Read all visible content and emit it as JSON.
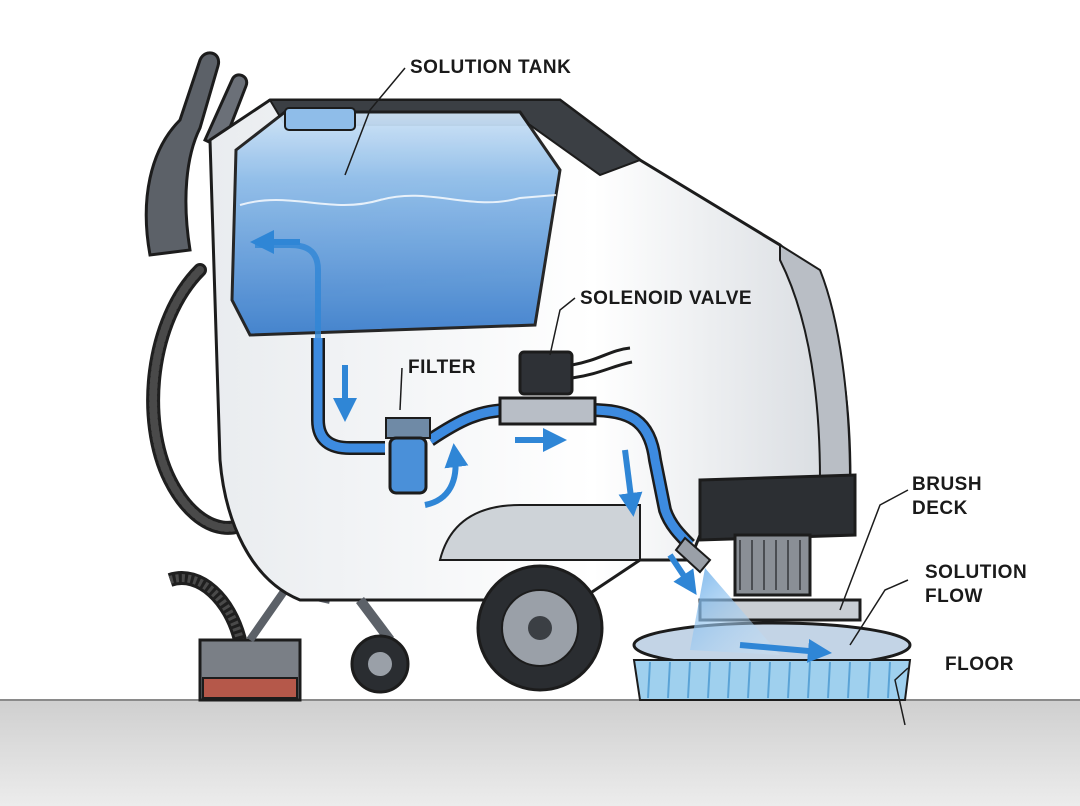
{
  "labels": {
    "solution_tank": "SOLUTION TANK",
    "solenoid_valve": "SOLENOID VALVE",
    "filter": "FILTER",
    "brush_deck_line1": "BRUSH",
    "brush_deck_line2": "DECK",
    "solution_flow_line1": "SOLUTION",
    "solution_flow_line2": "FLOW",
    "floor": "FLOOR"
  },
  "colors": {
    "water": "#4a90d9",
    "water_light": "#a9cdf2",
    "flow_arrow": "#2f86d6",
    "body": "#f4f6f8",
    "body_dark": "#3b3f44",
    "floor": "#d9d9d9",
    "brush": "#9fd0ee"
  },
  "icons": {
    "flow_arrows": "arrow-icon",
    "spray": "spray-icon"
  }
}
